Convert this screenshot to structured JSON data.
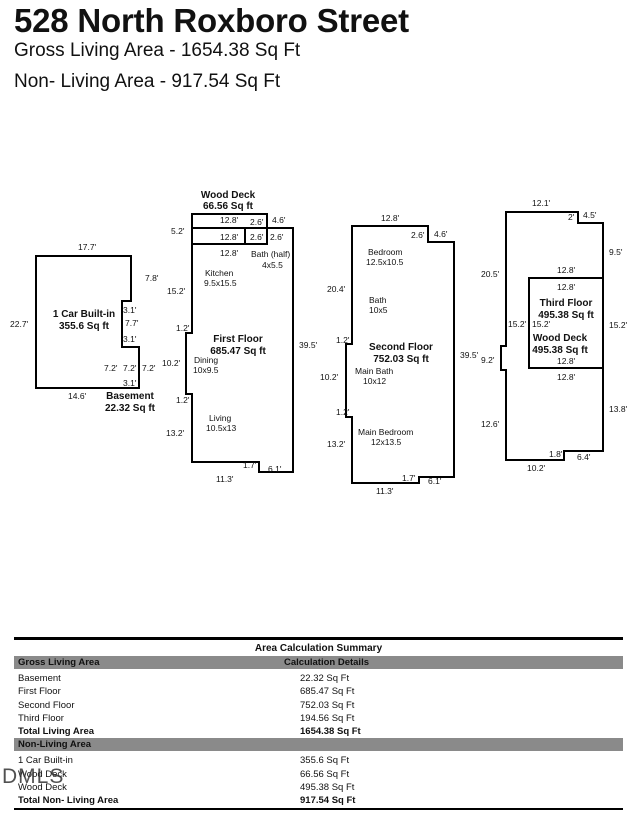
{
  "header": {
    "address": "528 North Roxboro Street",
    "gross_living": "Gross Living Area - 1654.38 Sq Ft",
    "non_living": "Non- Living Area - 917.54 Sq Ft"
  },
  "plan": {
    "garage": {
      "name": "1 Car Built-in",
      "area": "355.6 Sq ft",
      "dims": {
        "top": "17.7'",
        "left": "22.7'",
        "right_top": "7.8'",
        "notch_top": "3.1'",
        "notch_side": "7.7'",
        "notch_bottom": "3.1'",
        "bottom": "14.6'"
      }
    },
    "basement": {
      "name": "Basement",
      "area": "22.32 Sq ft",
      "dims": {
        "left": "7.2'",
        "inner": "7.2'",
        "right": "7.2'",
        "bottom": "3.1'"
      }
    },
    "first_floor": {
      "name": "First Floor",
      "area": "685.47 Sq ft",
      "deck_name": "Wood Deck",
      "deck_area": "66.56 Sq ft",
      "rooms": [
        "Kitchen",
        "9.5x15.5",
        "Bath (half)",
        "4x5.5",
        "Dining",
        "10x9.5",
        "Living",
        "10.5x13"
      ],
      "dims": {
        "deck_top": "12.8'",
        "deck_step": "2.6'",
        "deck_right": "4.6'",
        "deck_left": "5.2'",
        "deck_inner": "12.8'",
        "deck_inner_step": "2.6'",
        "deck_inner_right": "2.6'",
        "top": "12.8'",
        "left_upper": "15.2'",
        "jog1": "1.2'",
        "left_mid": "10.2'",
        "jog2": "1.2'",
        "left_lower": "13.2'",
        "right": "39.5'",
        "bottom": "11.3'",
        "bottom_step": "1.7'",
        "bottom_right": "6.1'"
      }
    },
    "second_floor": {
      "name": "Second Floor",
      "area": "752.03 Sq ft",
      "rooms": [
        "Bedroom",
        "12.5x10.5",
        "Bath",
        "10x5",
        "Main Bath",
        "10x12",
        "Main Bedroom",
        "12x13.5"
      ],
      "dims": {
        "top": "12.8'",
        "top_step": "2.6'",
        "top_right": "4.6'",
        "left_upper": "20.4'",
        "jog1": "1.2'",
        "left_mid": "10.2'",
        "jog2": "1.2'",
        "left_lower": "13.2'",
        "right": "39.5'",
        "bottom": "11.3'",
        "bottom_step": "1.7'",
        "bottom_right": "6.1'"
      }
    },
    "third_floor": {
      "name": "Third Floor",
      "area": "495.38 Sq ft",
      "deck_name": "Wood Deck",
      "deck_area": "495.38 Sq ft",
      "dims": {
        "top": "12.1'",
        "top_step": "2'",
        "top_right": "4.5'",
        "right_upper": "9.5'",
        "left_upper": "20.5'",
        "inner_top": "12.8'",
        "inner_top2": "12.8'",
        "inner_left": "15.2'",
        "inner_left2": "15.2'",
        "inner_right": "15.2'",
        "inner_bottom": "12.8'",
        "inner_bottom2": "12.8'",
        "left_jog": "9.2'",
        "left_lower": "12.6'",
        "right_lower": "13.8'",
        "bottom": "10.2'",
        "bottom_step": "1.8'",
        "bottom_right": "6.4'"
      }
    }
  },
  "summary": {
    "title": "Area Calculation Summary",
    "gross_header": "Gross Living Area",
    "details_header": "Calculation Details",
    "living_rows": [
      {
        "label": "Basement",
        "value": "22.32 Sq Ft"
      },
      {
        "label": "First Floor",
        "value": "685.47 Sq Ft"
      },
      {
        "label": "Second Floor",
        "value": "752.03 Sq Ft"
      },
      {
        "label": "Third Floor",
        "value": "194.56 Sq Ft"
      }
    ],
    "living_total": {
      "label": "Total Living Area",
      "value": "1654.38 Sq Ft"
    },
    "non_living_header": "Non-Living Area",
    "non_living_rows": [
      {
        "label": "1 Car Built-in",
        "value": "355.6 Sq Ft"
      },
      {
        "label": "Wood Deck",
        "value": "66.56 Sq Ft"
      },
      {
        "label": "Wood Deck",
        "value": "495.38 Sq Ft"
      }
    ],
    "non_living_total": {
      "label": "Total Non- Living Area",
      "value": "917.54 Sq Ft"
    }
  },
  "watermark": "DMLS"
}
